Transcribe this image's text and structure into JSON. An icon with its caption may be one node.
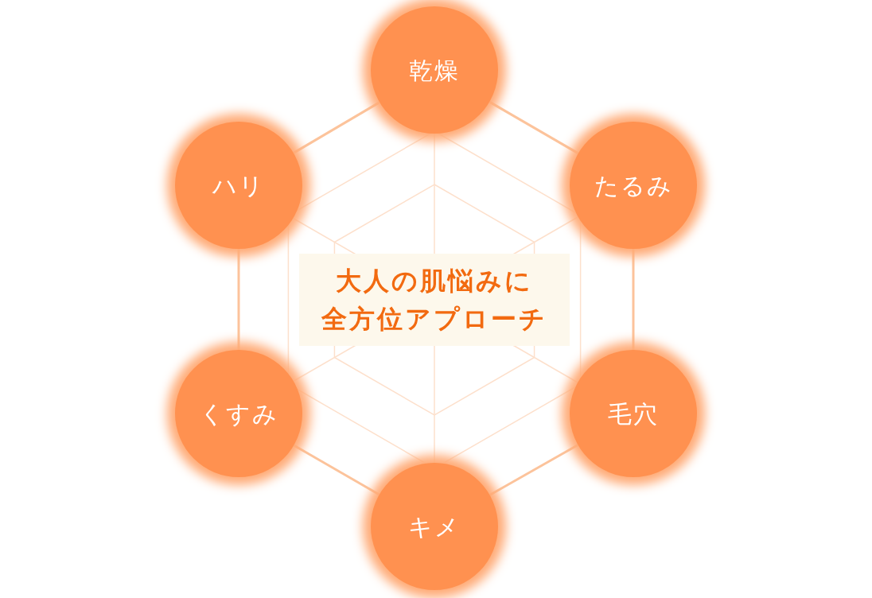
{
  "diagram": {
    "nodes": [
      {
        "text": [
          "乾燥"
        ]
      },
      {
        "text": [
          "ハリ"
        ]
      },
      {
        "text": [
          "たるみ"
        ]
      },
      {
        "text": [
          "大人の肌悩みに",
          "全方位アプローチ"
        ]
      },
      {
        "text": [
          "くすみ"
        ]
      },
      {
        "text": [
          "毛穴"
        ]
      },
      {
        "text": [
          "キメ"
        ]
      }
    ],
    "edges": [
      {
        "from": 0,
        "to": 2,
        "arrow": "none"
      },
      {
        "from": 2,
        "to": 5,
        "arrow": "none"
      },
      {
        "from": 5,
        "to": 6,
        "arrow": "none"
      },
      {
        "from": 6,
        "to": 4,
        "arrow": "none"
      },
      {
        "from": 4,
        "to": 1,
        "arrow": "none"
      },
      {
        "from": 1,
        "to": 0,
        "arrow": "none"
      }
    ]
  }
}
